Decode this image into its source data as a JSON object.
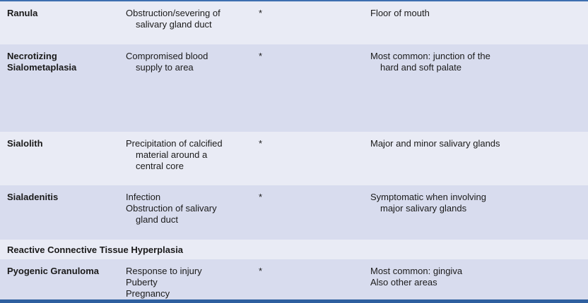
{
  "rows": [
    {
      "name": [
        "Ranula"
      ],
      "cause": [
        {
          "t": "Obstruction/severing of",
          "i": false
        },
        {
          "t": "salivary gland duct",
          "i": true
        }
      ],
      "star": "*",
      "location": [
        {
          "t": "Floor of mouth",
          "i": false
        }
      ]
    },
    {
      "name": [
        "Necrotizing",
        "Sialometaplasia"
      ],
      "cause": [
        {
          "t": "Compromised blood",
          "i": false
        },
        {
          "t": "supply to area",
          "i": true
        }
      ],
      "star": "*",
      "location": [
        {
          "t": "Most common: junction of the",
          "i": false
        },
        {
          "t": "hard and soft palate",
          "i": true
        }
      ]
    },
    {
      "name": [
        "Sialolith"
      ],
      "cause": [
        {
          "t": "Precipitation of calcified",
          "i": false
        },
        {
          "t": "material around a",
          "i": true
        },
        {
          "t": "central core",
          "i": true
        }
      ],
      "star": "*",
      "location": [
        {
          "t": "Major and minor salivary glands",
          "i": false
        }
      ]
    },
    {
      "name": [
        "Sialadenitis"
      ],
      "cause": [
        {
          "t": "Infection",
          "i": false
        },
        {
          "t": "Obstruction of salivary",
          "i": false
        },
        {
          "t": "gland duct",
          "i": true
        }
      ],
      "star": "*",
      "location": [
        {
          "t": "Symptomatic when involving",
          "i": false
        },
        {
          "t": "major salivary glands",
          "i": true
        }
      ]
    }
  ],
  "section": "Reactive Connective Tissue Hyperplasia",
  "last_row": {
    "name": [
      "Pyogenic Granuloma"
    ],
    "cause": [
      {
        "t": "Response to injury",
        "i": false
      },
      {
        "t": "Puberty",
        "i": false
      },
      {
        "t": "Pregnancy",
        "i": false
      }
    ],
    "star": "*",
    "location": [
      {
        "t": "Most common: gingiva",
        "i": false
      },
      {
        "t": "Also other areas",
        "i": false
      }
    ]
  },
  "colors": {
    "row_light": "#e9ebf5",
    "row_dark": "#d8dcee",
    "rule": "#2e5f9f"
  }
}
